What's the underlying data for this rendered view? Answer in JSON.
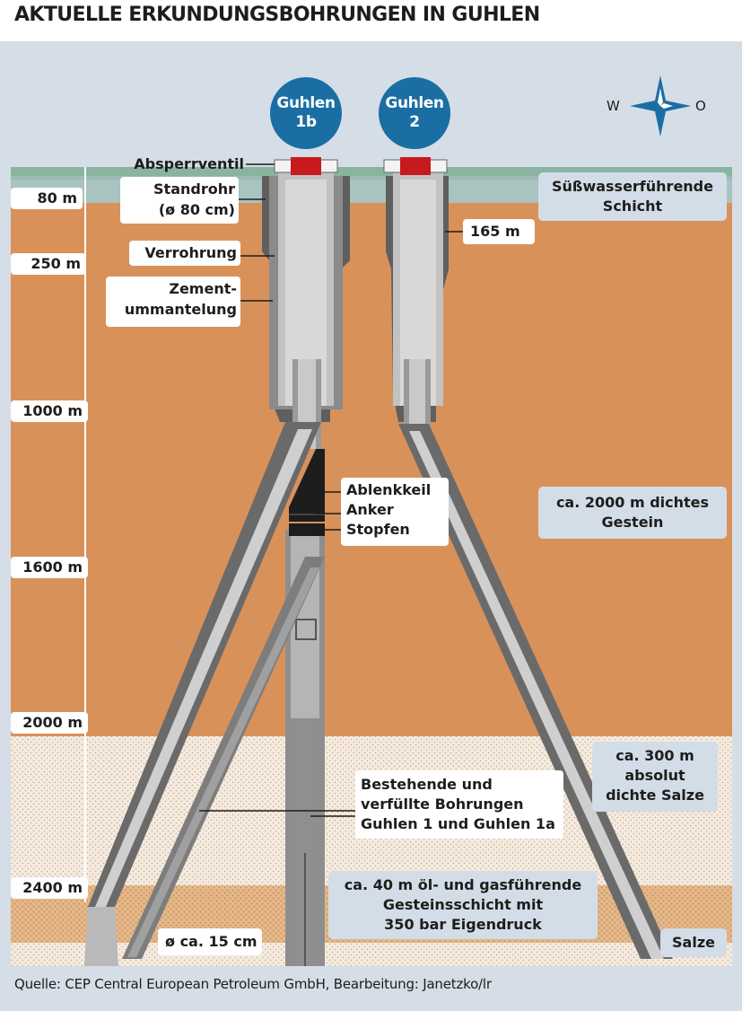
{
  "title": "AKTUELLE ERKUNDUNGSBOHRUNGEN IN GUHLEN",
  "wells": [
    {
      "line1": "Guhlen",
      "line2": "1b"
    },
    {
      "line1": "Guhlen",
      "line2": "2"
    }
  ],
  "compass": {
    "west": "W",
    "east": "O"
  },
  "depth_marks": [
    "80 m",
    "250 m",
    "1000 m",
    "1600 m",
    "2000 m",
    "2400 m"
  ],
  "component_labels": {
    "valve": "Absperrventil",
    "standpipe_1": "Standrohr",
    "standpipe_2": "(ø 80 cm)",
    "casing": "Verrohrung",
    "cement_1": "Zement-",
    "cement_2": "ummantelung",
    "depth_165": "165 m",
    "wedge": "Ablenkkeil",
    "anchor": "Anker",
    "plug": "Stopfen",
    "existing_1": "Bestehende und",
    "existing_2": "verfüllte Bohrungen",
    "existing_3": "Guhlen 1 und Guhlen 1a",
    "diameter": "ø ca. 15 cm"
  },
  "layers": {
    "freshwater_1": "Süßwasserführende",
    "freshwater_2": "Schicht",
    "rock_1": "ca. 2000 m dichtes",
    "rock_2": "Gestein",
    "salt_1": "ca. 300 m",
    "salt_2": "absolut",
    "salt_3": "dichte Salze",
    "oil_1": "ca. 40 m öl- und gasführende",
    "oil_2": "Gesteinsschicht mit",
    "oil_3": "350 bar Eigendruck",
    "salts": "Salze"
  },
  "source": "Quelle: CEP Central European Petroleum GmbH, Bearbeitung: Janetzko/lr",
  "colors": {
    "sky_panel": "#d5dde7",
    "grass": "#8ab4a0",
    "earth": "#d9915a",
    "salt_layer": "#f4ece2",
    "oil_layer": "#e5b98a",
    "well_blue": "#1a6ea3",
    "valve_red": "#c8191e",
    "casing_grey": "#a9a9a9",
    "cement_dark": "#5a5a5a"
  }
}
